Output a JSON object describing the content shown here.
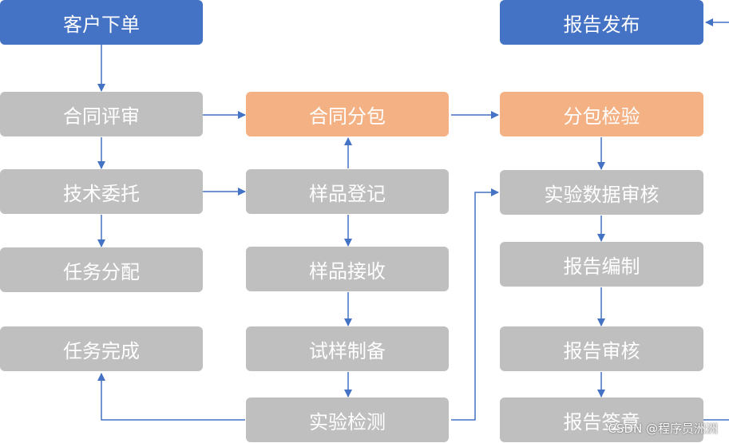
{
  "nodes": {
    "customer_order": "客户下单",
    "report_release": "报告发布",
    "contract_review": "合同评审",
    "contract_subcontract": "合同分包",
    "subcontract_inspection": "分包检验",
    "technical_commission": "技术委托",
    "sample_registration": "样品登记",
    "experiment_data_review": "实验数据审核",
    "task_assignment": "任务分配",
    "sample_receipt": "样品接收",
    "report_compilation": "报告编制",
    "task_completion": "任务完成",
    "sample_preparation": "试样制备",
    "report_review": "报告审核",
    "experiment_testing": "实验检测",
    "report_signing": "报告签章"
  },
  "colors": {
    "blue": "#4472c4",
    "orange": "#f4b183",
    "gray": "#bfbfbf",
    "line": "#4472c4"
  },
  "watermark": "CSDN @程序员洲洲"
}
